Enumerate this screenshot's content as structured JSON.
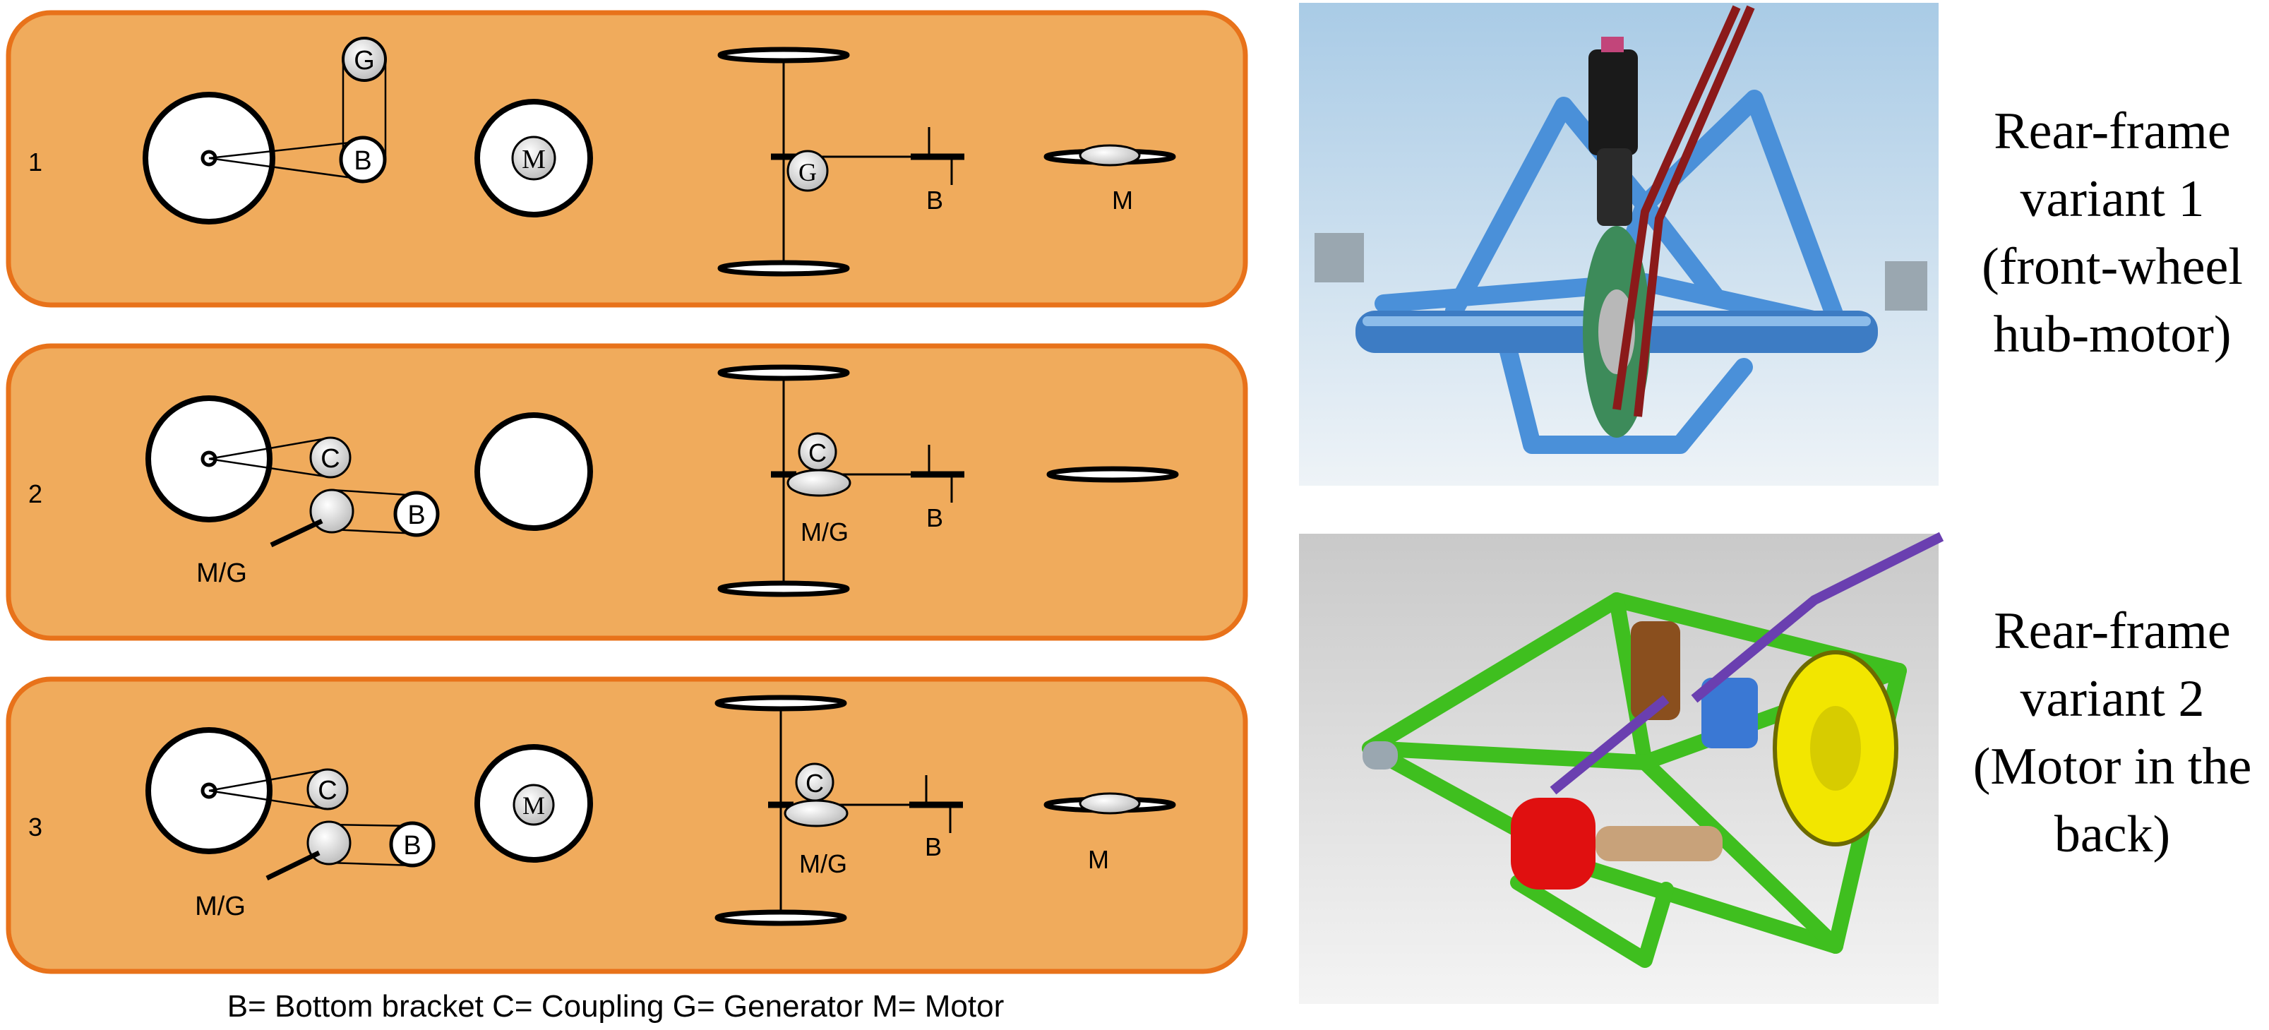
{
  "panels": [
    {
      "number": "1"
    },
    {
      "number": "2"
    },
    {
      "number": "3"
    }
  ],
  "labels": {
    "B": "B",
    "C": "C",
    "G": "G",
    "M": "M",
    "MG": "M/G"
  },
  "legend": "B= Bottom bracket C= Coupling G= Generator M= Motor",
  "captions": [
    {
      "lines": [
        "Rear-frame",
        "variant 1",
        "(front-wheel",
        "hub-motor)"
      ]
    },
    {
      "lines": [
        "Rear-frame",
        "variant 2",
        "(Motor in the",
        "back)"
      ]
    }
  ],
  "colors": {
    "panel_fill": "#f0ab5c",
    "panel_border": "#e8721a",
    "render1_frame": "#4a90d9",
    "render1_belt": "#8b1a1a",
    "render2_frame": "#3fbf1f",
    "render2_motor": "#e01010",
    "render2_hub": "#f2e600"
  }
}
